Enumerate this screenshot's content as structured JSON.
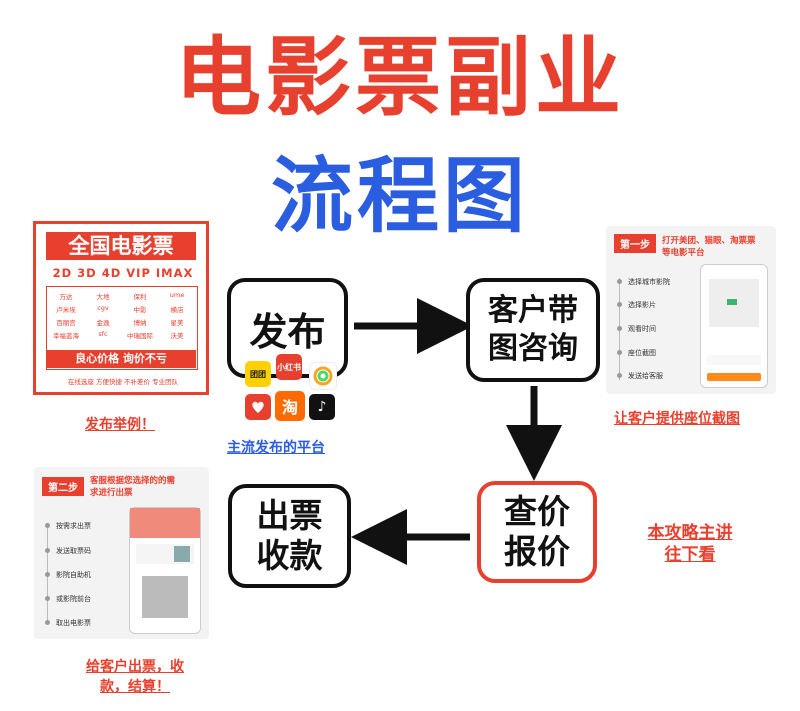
{
  "title_line1": "电影票副业",
  "title_line2": "流程图",
  "poster": {
    "header": "全国电影票",
    "formats": "2D  3D  4D  VIP  IMAX",
    "cinemas": [
      "万达",
      "大地",
      "保利",
      "ume",
      "卢米埃",
      "cgv",
      "中影",
      "横店",
      "百丽宫",
      "金逸",
      "博纳",
      "星美",
      "幸福蓝海",
      "sfc",
      "中瑞国际",
      "沃美"
    ],
    "band": "良心价格   询价不亏",
    "footer": "在线选座   方便快捷   不补差价   专业团队"
  },
  "captions": {
    "publish_example": "发布举例！",
    "platforms": "主流发布的平台",
    "screenshot_request": "让客户提供座位截图",
    "guide": [
      "本攻略主讲",
      "往下看"
    ],
    "deliver": [
      "给客户出票，收",
      "款，结算！"
    ]
  },
  "flow": {
    "publish": "发布",
    "consult": [
      "客户带",
      "图咨询"
    ],
    "quote": [
      "查价",
      "报价"
    ],
    "ticket": [
      "出票",
      "收款"
    ]
  },
  "platform_icons": [
    {
      "name": "meituan-icon",
      "label": "团团",
      "color": "#ffd100",
      "text": "#111"
    },
    {
      "name": "xiaohongshu-icon",
      "label": "小红书",
      "color": "#e8402f",
      "text": "#fff"
    },
    {
      "name": "ctrip-icon",
      "label": "",
      "color": "#ffffff",
      "text": "#fff"
    },
    {
      "name": "pinduoduo-icon",
      "label": "",
      "color": "#e8402f",
      "text": "#fff"
    },
    {
      "name": "taobao-icon",
      "label": "淘",
      "color": "#ff6a00",
      "text": "#fff"
    },
    {
      "name": "douyin-icon",
      "label": "♪",
      "color": "#111111",
      "text": "#fff"
    }
  ],
  "step1": {
    "tag": "第一步",
    "title": [
      "打开美团、猫眼、淘票票",
      "等电影平台"
    ],
    "items": [
      "选择城市影院",
      "选择影片",
      "观看时间",
      "座位截图",
      "发送给客服"
    ]
  },
  "step2": {
    "tag": "第二步",
    "title": [
      "客服根据您选择的的需",
      "求进行出票"
    ],
    "items": [
      "按需求出票",
      "发送取票码",
      "影院自助机",
      "或影院前台",
      "取出电影票"
    ]
  }
}
